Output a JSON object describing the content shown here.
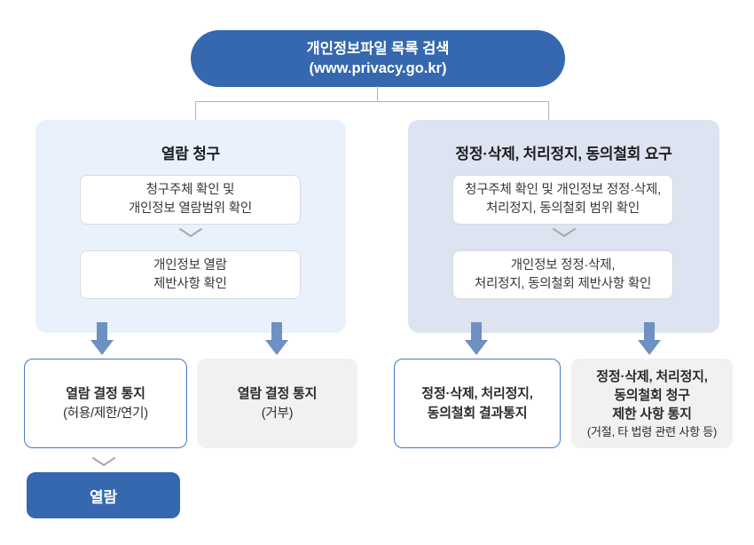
{
  "colors": {
    "primary_blue": "#3568ae",
    "arrow_blue": "#6e90c2",
    "outline_blue": "#4577c8",
    "panel_left_bg": "#e9f2fc",
    "panel_right_bg": "#dde3f0",
    "gray_box_bg": "#f1f1f2",
    "connector_gray": "#b3b3b3",
    "chevron_gray": "#a9a9a9"
  },
  "top": {
    "line1": "개인정보파일 목록 검색",
    "line2": "(www.privacy.go.kr)"
  },
  "left_panel": {
    "title": "열람 청구",
    "step1": {
      "line1": "청구주체 확인 및",
      "line2": "개인정보 열람범위 확인"
    },
    "step2": {
      "line1": "개인정보 열람",
      "line2": "제반사항 확인"
    }
  },
  "right_panel": {
    "title": "정정·삭제, 처리정지, 동의철회 요구",
    "step1": {
      "line1": "청구주체 확인 및 개인정보 정정·삭제,",
      "line2": "처리정지, 동의철회 범위 확인"
    },
    "step2": {
      "line1": "개인정보 정정·삭제,",
      "line2": "처리정지, 동의철회 제반사항 확인"
    }
  },
  "results": {
    "view_allow": {
      "line1": "열람 결정 통지",
      "line2": "(허용/제한/연기)"
    },
    "view_deny": {
      "line1": "열람 결정 통지",
      "line2": "(거부)"
    },
    "request_result": {
      "line1": "정정·삭제, 처리정지,",
      "line2": "동의철회 결과통지"
    },
    "request_limit": {
      "line1": "정정·삭제, 처리정지,",
      "line2": "동의철회 청구",
      "line3": "제한 사항 통지",
      "note": "(거절, 타 법령 관련 사항 등)"
    }
  },
  "final": {
    "label": "열람"
  }
}
